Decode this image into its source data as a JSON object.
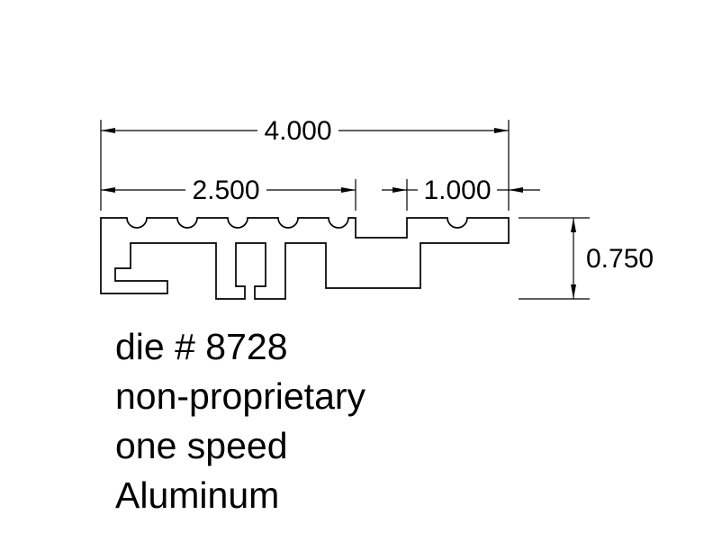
{
  "drawing": {
    "background": "#ffffff",
    "line_color": "#000000",
    "dimensions": {
      "overall_width": {
        "label": "4.000"
      },
      "left_section": {
        "label": "2.500"
      },
      "right_section": {
        "label": "1.000"
      },
      "height": {
        "label": "0.750"
      }
    },
    "notes": {
      "die_number": "die # 8728",
      "proprietary": "non-proprietary",
      "speed": "one speed",
      "material": "Aluminum"
    }
  }
}
